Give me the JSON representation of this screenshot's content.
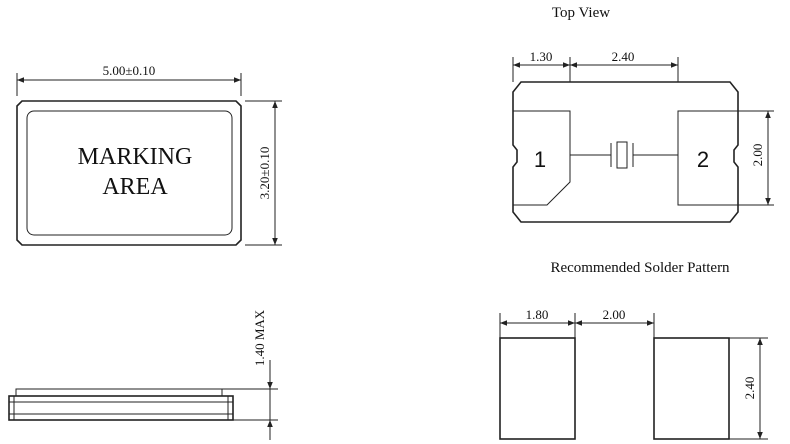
{
  "front_view": {
    "width_dim": "5.00±0.10",
    "height_dim": "3.20±0.10",
    "marking_line1": "MARKING",
    "marking_line2": "AREA"
  },
  "side_view": {
    "height_dim": "1.40 MAX"
  },
  "top_view": {
    "title": "Top View",
    "dim_left": "1.30",
    "dim_mid": "2.40",
    "dim_right": "2.00",
    "pad1_label": "1",
    "pad2_label": "2"
  },
  "solder_pattern": {
    "title": "Recommended Solder Pattern",
    "dim_pad_width": "1.80",
    "dim_gap": "2.00",
    "dim_pad_height": "2.40"
  }
}
